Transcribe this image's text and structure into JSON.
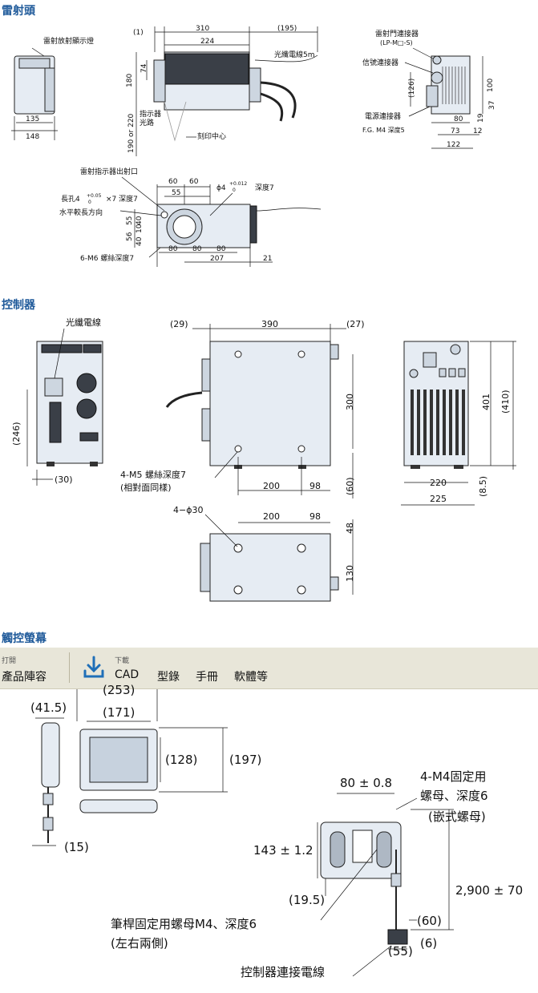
{
  "sections": {
    "laser_head": "雷射頭",
    "controller": "控制器",
    "touch_panel": "觸控螢幕"
  },
  "laser_head": {
    "labels": {
      "emission_lamp": "雷射放射顯示燈",
      "fiber": "光纖電線5m",
      "indicator": "指示器",
      "light_path": "光路",
      "mark_center": "刻印中心",
      "door_connector": "雷射門連接器",
      "door_connector_model": "(LP-M□-S)",
      "signal_connector": "信號連接器",
      "power_connector": "電源連接器",
      "fg": "F.G. M4 深度5",
      "pointer_exit": "雷射指示器出射口",
      "long_hole": "長孔4",
      "long_hole_tol_top": "+0.05",
      "long_hole_tol_bot": "0",
      "long_hole_rest": "×7 深度7",
      "horizontal": "水平較長方向",
      "phi4": "ϕ4",
      "phi4_tol_top": "+0.012",
      "phi4_tol_bot": "0",
      "phi4_rest": "深度7",
      "m6": "6-M6 螺絲深度7"
    },
    "dims": {
      "d135": "135",
      "d148": "148",
      "d1": "(1)",
      "d310": "310",
      "d195": "(195)",
      "d224": "224",
      "d74": "74",
      "d180": "180",
      "d190_220": "190 or 220",
      "d126": "(126)",
      "d100": "100",
      "d37": "37",
      "d19": "19",
      "d80": "80",
      "d73": "73",
      "d12": "12",
      "d122": "122",
      "d60a": "60",
      "d60b": "60",
      "d55": "55",
      "v55": "55",
      "v40a": "40",
      "v10": "10",
      "v56": "56",
      "v40b": "40",
      "b80a": "80",
      "b80b": "80",
      "b80c": "80",
      "d207": "207",
      "d21": "21"
    }
  },
  "controller": {
    "labels": {
      "fiber": "光纖電線",
      "m5": "4-M5 螺絲深度7",
      "m5_note": "(相對面同樣)",
      "phi30": "4−ϕ30"
    },
    "dims": {
      "d246": "(246)",
      "d30": "(30)",
      "d29": "(29)",
      "d390": "390",
      "d27": "(27)",
      "d300": "300",
      "d200a": "200",
      "d98a": "98",
      "d60": "(60)",
      "d401": "401",
      "d410": "(410)",
      "d220": "220",
      "d85": "(8.5)",
      "d225": "225",
      "d200b": "200",
      "d98b": "98",
      "d48": "48",
      "d130": "130"
    }
  },
  "toolbar": {
    "print_small": "打開",
    "print_label": "產品陣容",
    "download_small": "下載",
    "items": [
      "CAD",
      "型錄",
      "手冊",
      "軟體等"
    ]
  },
  "touch_panel": {
    "labels": {
      "m4": "4-M4固定用",
      "m4_line2": "螺母、深度6",
      "insert": "(嵌式螺母)",
      "pen": "筆桿固定用螺母M4、深度6",
      "pen_line2": "(左右兩側)",
      "cable": "控制器連接電線"
    },
    "dims": {
      "d253": "(253)",
      "d41_5": "(41.5)",
      "d171": "(171)",
      "d128": "(128)",
      "d197": "(197)",
      "d15": "(15)",
      "d80tol": "80 ± 0.8",
      "d143tol": "143 ± 1.2",
      "d19_5": "(19.5)",
      "d2900": "2,900 ± 70",
      "d60": "(60)",
      "d6": "(6)",
      "d55": "(55)"
    }
  }
}
